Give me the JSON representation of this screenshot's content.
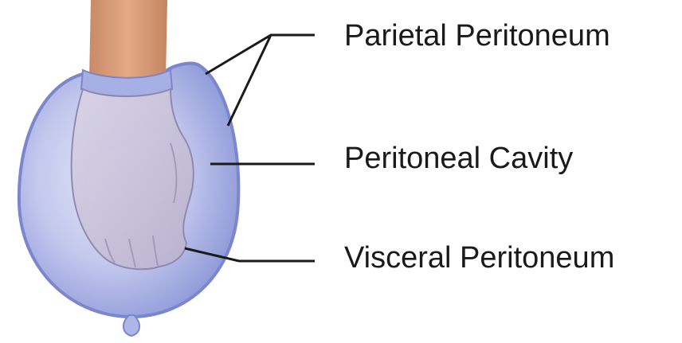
{
  "labels": {
    "parietal": "Parietal Peritoneum",
    "cavity": "Peritoneal Cavity",
    "visceral": "Visceral Peritoneum"
  },
  "colors": {
    "balloon": "#9ea8e2",
    "balloon_edge": "#7b86cc",
    "skin": "#d59a76",
    "glove": "#cfc9df",
    "line": "#1a1a1a"
  }
}
